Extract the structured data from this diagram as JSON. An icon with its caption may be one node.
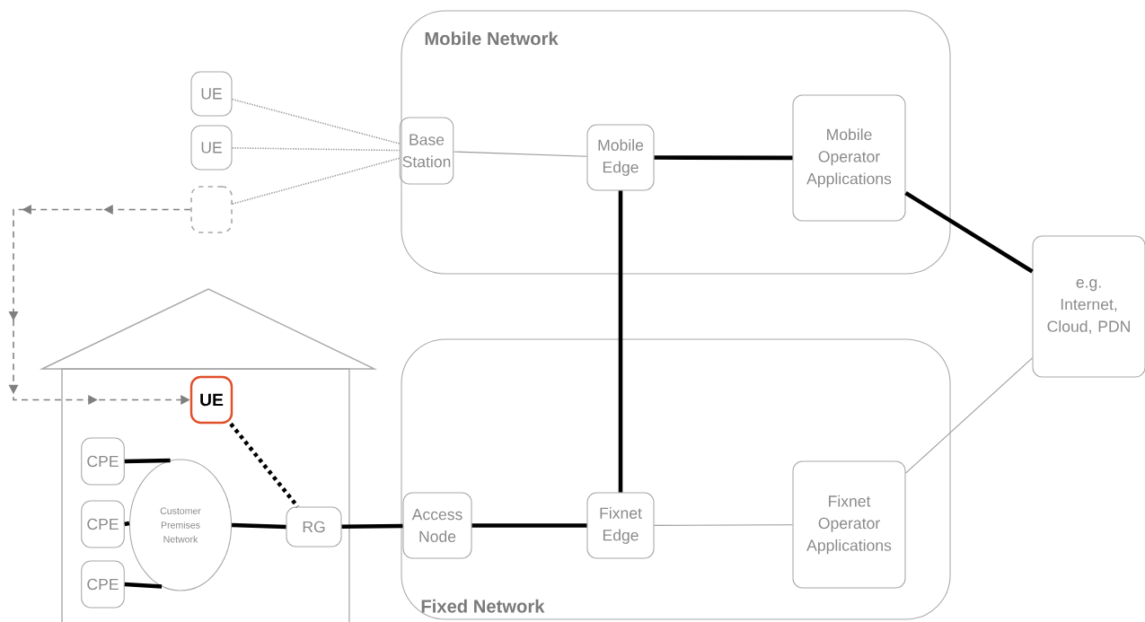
{
  "diagram": {
    "nodes": [
      {
        "text": [
          "Mobile Network"
        ]
      },
      {
        "text": [
          "Base Station"
        ],
        "in": 0
      },
      {
        "text": [
          "Mobile Edge"
        ],
        "in": 0
      },
      {
        "text": [
          "Mobile Operator Applications"
        ],
        "in": 0
      },
      {
        "text": [
          "Fixed Network"
        ]
      },
      {
        "text": [
          "Access Node"
        ],
        "in": 4
      },
      {
        "text": [
          "Fixnet Edge"
        ],
        "in": 4
      },
      {
        "text": [
          "Fixnet Operator Applications"
        ],
        "in": 4
      },
      {
        "text": [
          "e.g. Internet, Cloud, PDN"
        ]
      },
      {
        "text": [
          "UE"
        ]
      },
      {
        "text": [
          "UE"
        ]
      },
      {
        "text": [],
        "shape": "box"
      },
      {
        "text": [],
        "shape": "house"
      },
      {
        "text": [
          "UE"
        ],
        "in": 12
      },
      {
        "text": [
          "CPE"
        ],
        "in": 12
      },
      {
        "text": [
          "CPE"
        ],
        "in": 12
      },
      {
        "text": [
          "CPE"
        ],
        "in": 12
      },
      {
        "text": [
          "Customer Premises Network"
        ],
        "in": 12
      },
      {
        "text": [
          "RG"
        ],
        "in": 12
      }
    ],
    "edges": [
      {
        "from": 9,
        "to": 1,
        "arrow": "none",
        "style": "dashed",
        "color": "#999999"
      },
      {
        "from": 10,
        "to": 1,
        "arrow": "none",
        "style": "dashed",
        "color": "#999999"
      },
      {
        "from": 11,
        "to": 1,
        "arrow": "none",
        "style": "dashed",
        "color": "#999999"
      },
      {
        "from": 1,
        "to": 2,
        "arrow": "none",
        "color": "#999999"
      },
      {
        "from": 2,
        "to": 3,
        "arrow": "none"
      },
      {
        "from": 3,
        "to": 8,
        "arrow": "none"
      },
      {
        "from": 2,
        "to": 6,
        "arrow": "none"
      },
      {
        "from": 18,
        "to": 5,
        "arrow": "none"
      },
      {
        "from": 5,
        "to": 6,
        "arrow": "none"
      },
      {
        "from": 6,
        "to": 7,
        "arrow": "none",
        "color": "#999999"
      },
      {
        "from": 7,
        "to": 8,
        "arrow": "none",
        "color": "#999999"
      },
      {
        "from": 11,
        "to": 13,
        "arrow": "to",
        "style": "dashed",
        "color": "#808080"
      },
      {
        "from": 14,
        "to": 17,
        "arrow": "none"
      },
      {
        "from": 15,
        "to": 17,
        "arrow": "none"
      },
      {
        "from": 16,
        "to": 17,
        "arrow": "none"
      },
      {
        "from": 17,
        "to": 18,
        "arrow": "none"
      },
      {
        "from": 13,
        "to": 18,
        "arrow": "none",
        "style": "dashed"
      }
    ]
  }
}
